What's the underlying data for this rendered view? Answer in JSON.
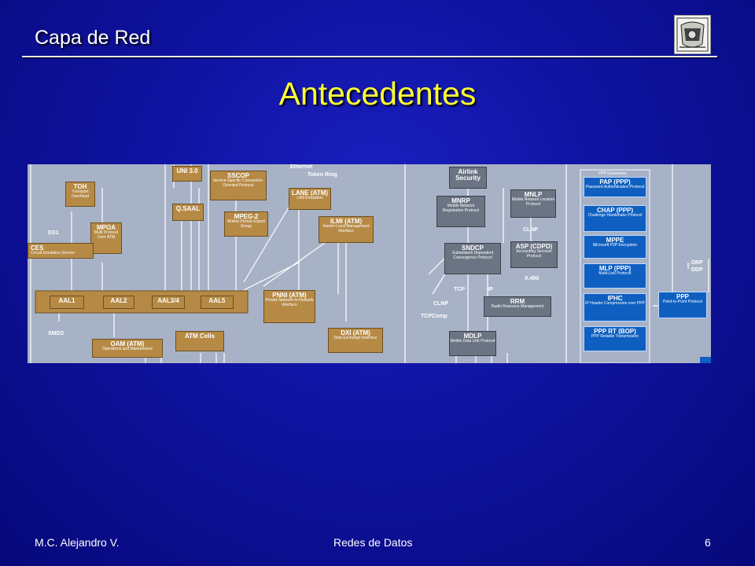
{
  "header": {
    "title": "Capa de Red"
  },
  "slide": {
    "title": "Antecedentes"
  },
  "footer": {
    "author": "M.C. Alejandro V.",
    "course": "Redes de Datos",
    "page": "6"
  },
  "diagram": {
    "boxes": [
      {
        "id": "toh",
        "title": "TOH",
        "sub": "Transport Overhead",
        "color": "gold"
      },
      {
        "id": "uni30",
        "title": "UNI 3.0",
        "sub": "",
        "color": "gold"
      },
      {
        "id": "sscop",
        "title": "SSCOP",
        "sub": "Service-Specific Connection-Oriented Protocol",
        "color": "gold"
      },
      {
        "id": "lane",
        "title": "LANE (ATM)",
        "sub": "LAN Emulation",
        "color": "gold"
      },
      {
        "id": "qsaal",
        "title": "Q.SAAL",
        "sub": "",
        "color": "gold"
      },
      {
        "id": "mpeg2",
        "title": "MPEG-2",
        "sub": "Motion Picture Expert Group",
        "color": "gold"
      },
      {
        "id": "ilmi",
        "title": "ILMI (ATM)",
        "sub": "Interim Local Management Interface",
        "color": "gold"
      },
      {
        "id": "mpoa",
        "title": "MPOA",
        "sub": "Multi Protocol Over ATM",
        "color": "gold"
      },
      {
        "id": "ces",
        "title": "CES",
        "sub": "Circuit Emulation Service",
        "color": "gold"
      },
      {
        "id": "aal1",
        "title": "AAL1",
        "sub": "",
        "color": "gold"
      },
      {
        "id": "aal2",
        "title": "AAL2",
        "sub": "",
        "color": "gold"
      },
      {
        "id": "aal34",
        "title": "AAL3/4",
        "sub": "",
        "color": "gold"
      },
      {
        "id": "aal5",
        "title": "AAL5",
        "sub": "",
        "color": "gold"
      },
      {
        "id": "pnni",
        "title": "PNNI (ATM)",
        "sub": "Private Network-to-Network Interface",
        "color": "gold"
      },
      {
        "id": "oam",
        "title": "OAM (ATM)",
        "sub": "Operations and Maintenance",
        "color": "gold"
      },
      {
        "id": "atmcells",
        "title": "ATM Cells",
        "sub": "",
        "color": "gold"
      },
      {
        "id": "dxi",
        "title": "DXI (ATM)",
        "sub": "Data Exchange Interface",
        "color": "gold"
      },
      {
        "id": "airlink",
        "title": "Airlink Security",
        "sub": "",
        "color": "gray"
      },
      {
        "id": "mnrp",
        "title": "MNRP",
        "sub": "Mobile Network Registration Protocol",
        "color": "gray"
      },
      {
        "id": "mnlp",
        "title": "MNLP",
        "sub": "Mobile Network Location Protocol",
        "color": "gray"
      },
      {
        "id": "sndcp",
        "title": "SNDCP",
        "sub": "Subnetwork Dependent Convergence Protocol",
        "color": "gray"
      },
      {
        "id": "asp",
        "title": "ASP (CDPD)",
        "sub": "Accounting Services Protocol",
        "color": "gray"
      },
      {
        "id": "rrm",
        "title": "RRM",
        "sub": "Radio Resource Management",
        "color": "gray"
      },
      {
        "id": "mdlp",
        "title": "MDLP",
        "sub": "Mobile Data Link Protocol",
        "color": "gray"
      },
      {
        "id": "pap",
        "title": "PAP (PPP)",
        "sub": "Password Authentication Protocol",
        "color": "blue"
      },
      {
        "id": "chap",
        "title": "CHAP (PPP)",
        "sub": "Challenge Handshake Protocol",
        "color": "blue"
      },
      {
        "id": "mppe",
        "title": "MPPE",
        "sub": "Microsoft P2P Encryption",
        "color": "blue"
      },
      {
        "id": "mlp",
        "title": "MLP (PPP)",
        "sub": "Multi-Link Protocol",
        "color": "blue"
      },
      {
        "id": "iphc",
        "title": "IPHC",
        "sub": "IP Header Compression over PPP",
        "color": "blue"
      },
      {
        "id": "ppprt",
        "title": "PPP RT (BOP)",
        "sub": "PPP Reliable Transmission",
        "color": "blue"
      },
      {
        "id": "ppp",
        "title": "PPP",
        "sub": "Point-to-Point Protocol",
        "color": "blue"
      }
    ],
    "labels": {
      "ethernet": "Ethernet",
      "tokenring": "Token Ring",
      "ds1": "DS1",
      "smds": "SMDS",
      "clnp_top": "CLNP",
      "x400": "X.400",
      "tcp": "TCP",
      "ip": "IP",
      "clnp": "CLNP",
      "tcpcomp": "TCPComp",
      "pppext": "PPP Extensions",
      "drp": "DRP",
      "ddp": "DDP"
    }
  }
}
